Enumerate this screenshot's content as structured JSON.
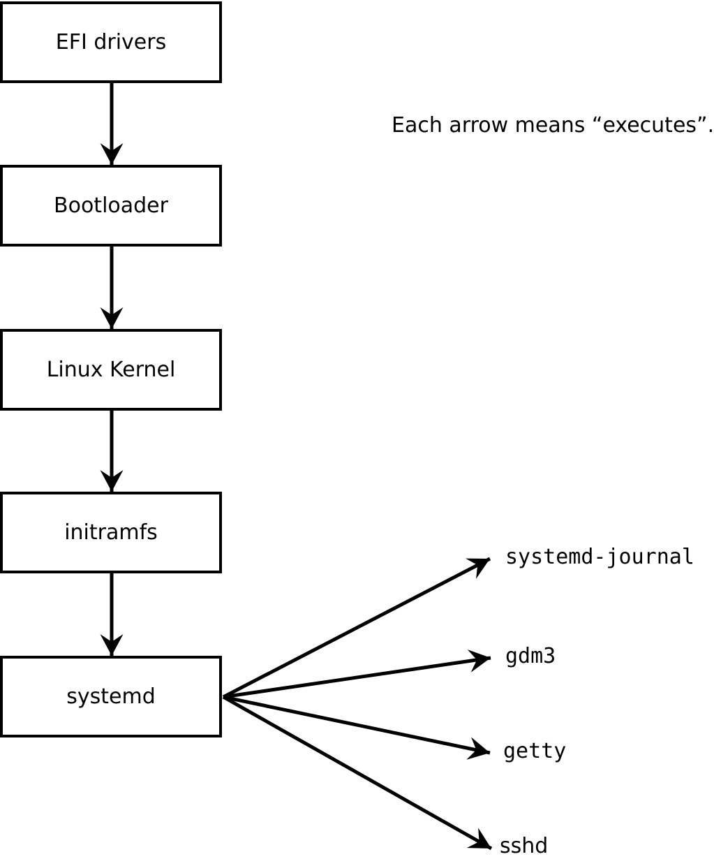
{
  "note": {
    "text": "Each arrow means “executes”."
  },
  "chain": {
    "boxes": [
      {
        "label": "EFI drivers"
      },
      {
        "label": "Bootloader"
      },
      {
        "label": "Linux Kernel"
      },
      {
        "label": "initramfs"
      },
      {
        "label": "systemd"
      }
    ]
  },
  "spawned": [
    {
      "label": "systemd-journal"
    },
    {
      "label": "gdm3"
    },
    {
      "label": "getty"
    },
    {
      "label": "sshd"
    }
  ],
  "arrow_meaning": "executes",
  "colors": {
    "ink": "#000000",
    "background": "#ffffff"
  }
}
